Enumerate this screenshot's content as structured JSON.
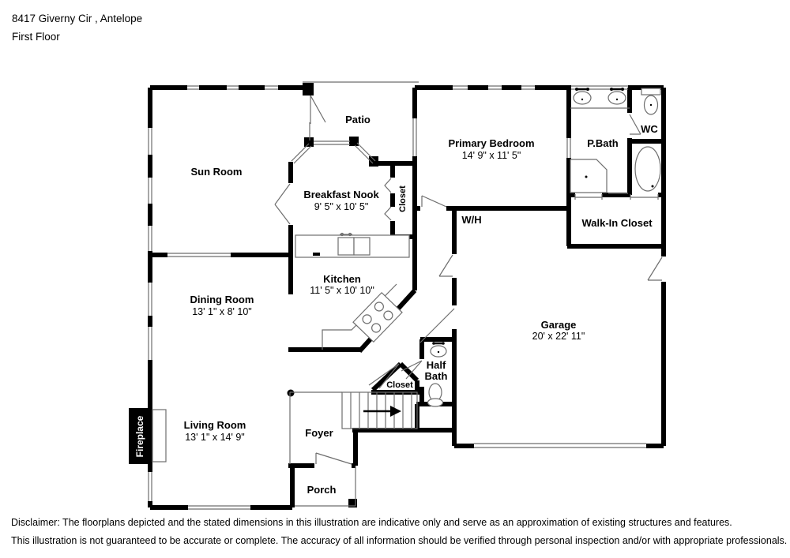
{
  "header": {
    "address_line": "8417 Giverny Cir , Antelope",
    "floor_line": "First Floor"
  },
  "rooms": {
    "sun_room": {
      "name": "Sun Room"
    },
    "patio": {
      "name": "Patio"
    },
    "breakfast_nook": {
      "name": "Breakfast Nook",
      "dims": "9' 5\" x 10' 5\""
    },
    "nook_closet": {
      "name": "Closet"
    },
    "primary_bedroom": {
      "name": "Primary Bedroom",
      "dims": "14' 9\" x 11' 5\""
    },
    "primary_bath": {
      "name": "P.Bath"
    },
    "wc": {
      "name": "WC"
    },
    "walk_in_closet": {
      "name": "Walk-In Closet"
    },
    "water_heater": {
      "name": "W/H"
    },
    "kitchen": {
      "name": "Kitchen",
      "dims": "11' 5\" x 10' 10\""
    },
    "dining_room": {
      "name": "Dining Room",
      "dims": "13' 1\" x 8' 10\""
    },
    "garage": {
      "name": "Garage",
      "dims": "20' x 22' 11\""
    },
    "half_bath": {
      "line1": "Half",
      "line2": "Bath"
    },
    "hall_closet": {
      "name": "Closet"
    },
    "living_room": {
      "name": "Living Room",
      "dims": "13' 1\" x 14' 9\""
    },
    "foyer": {
      "name": "Foyer"
    },
    "porch": {
      "name": "Porch"
    },
    "fireplace": {
      "name": "Fireplace"
    }
  },
  "icons": {
    "stair_direction_arrow": "right-arrow"
  },
  "colors": {
    "walls": "#000000",
    "background": "#ffffff",
    "thin_lines": "#6e6e6e",
    "label_text": "#000000",
    "fireplace_label_text": "#ffffff"
  },
  "footer": {
    "line1": "Disclaimer: The floorplans depicted and the stated dimensions in this illustration are indicative only and serve as an approximation of existing structures and features.",
    "line2": "This illustration is not guaranteed to be accurate or complete. The accuracy of all information should be verified through personal inspection and/or with appropriate professionals."
  }
}
